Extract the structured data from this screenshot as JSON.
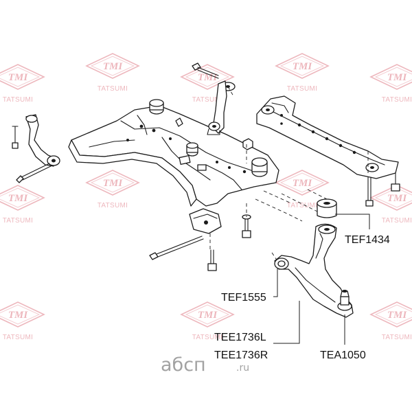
{
  "watermark": {
    "brand_short": "TMI",
    "brand_long": "TATSUMI",
    "color": "#e8a0a8"
  },
  "parts": [
    {
      "id": "tef1434",
      "label": "TEF1434"
    },
    {
      "id": "tef1555",
      "label": "TEF1555"
    },
    {
      "id": "tee1736l",
      "label": "TEE1736L"
    },
    {
      "id": "tee1736r",
      "label": "TEE1736R"
    },
    {
      "id": "tea1050",
      "label": "TEA1050"
    }
  ],
  "footer_logo": {
    "text": "абсп",
    "suffix": ".ru",
    "color": "#a2a2a2"
  }
}
